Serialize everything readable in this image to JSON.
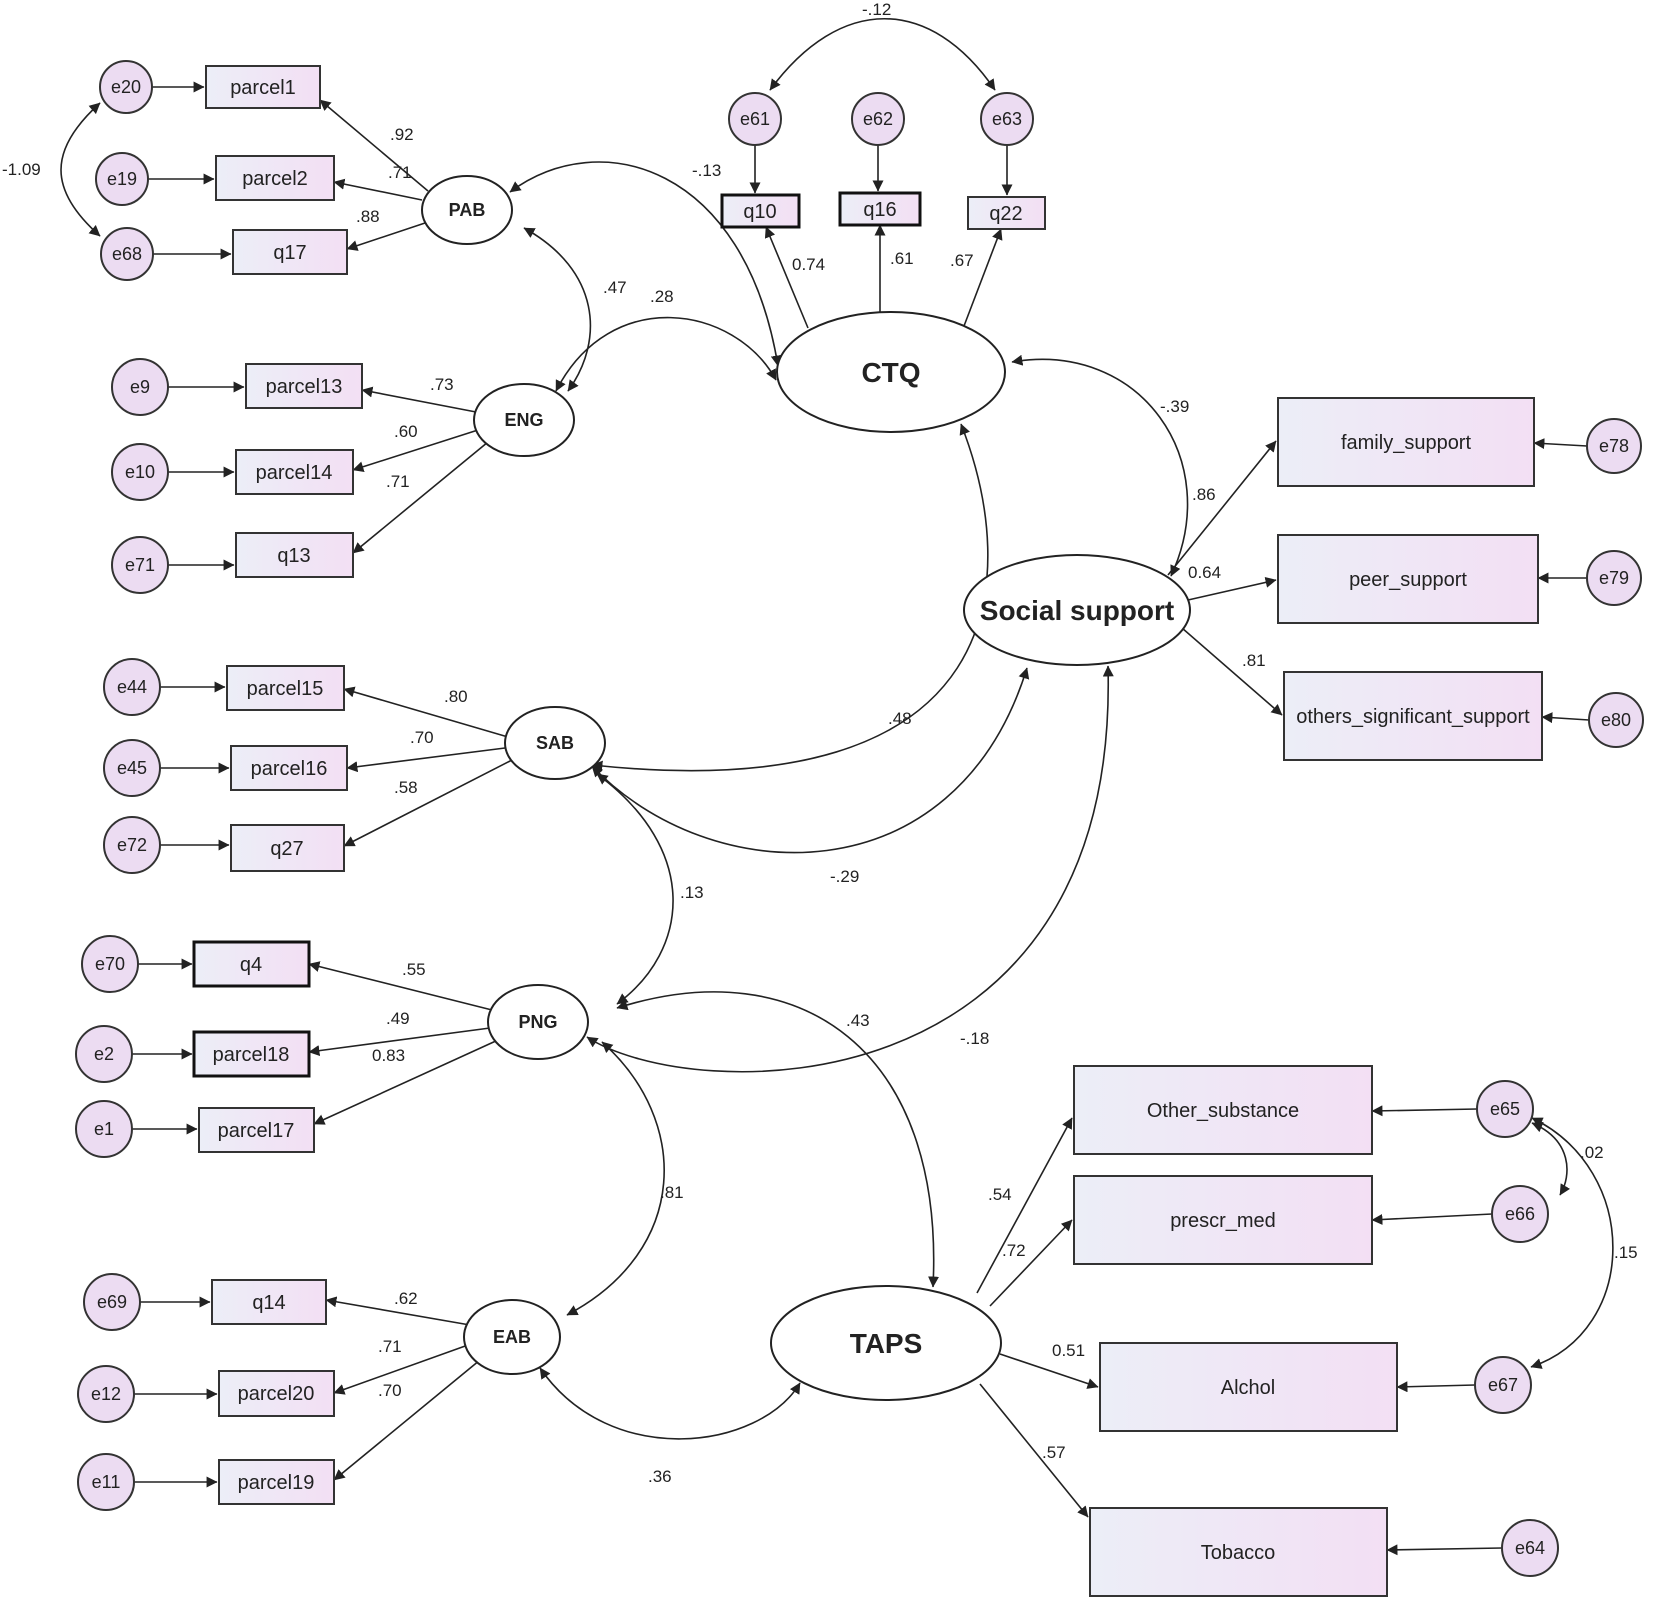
{
  "latents": {
    "PAB": "PAB",
    "ENG": "ENG",
    "SAB": "SAB",
    "PNG": "PNG",
    "EAB": "EAB",
    "CTQ": "CTQ",
    "SS": "Social support",
    "TAPS": "TAPS"
  },
  "indicators": {
    "parcel1": "parcel1",
    "parcel2": "parcel2",
    "q17": "q17",
    "parcel13": "parcel13",
    "parcel14": "parcel14",
    "q13": "q13",
    "parcel15": "parcel15",
    "parcel16": "parcel16",
    "q27": "q27",
    "q4": "q4",
    "parcel18": "parcel18",
    "parcel17": "parcel17",
    "q14": "q14",
    "parcel20": "parcel20",
    "parcel19": "parcel19",
    "q10": "q10",
    "q16": "q16",
    "q22": "q22",
    "family_support": "family_support",
    "peer_support": "peer_support",
    "others_significant_support": "others_significant_support",
    "other_substance": "Other_substance",
    "prescr_med": "prescr_med",
    "alchol": "Alchol",
    "tobacco": "Tobacco"
  },
  "errors": {
    "e20": "e20",
    "e19": "e19",
    "e68": "e68",
    "e9": "e9",
    "e10": "e10",
    "e71": "e71",
    "e44": "e44",
    "e45": "e45",
    "e72": "e72",
    "e70": "e70",
    "e2": "e2",
    "e1": "e1",
    "e69": "e69",
    "e12": "e12",
    "e11": "e11",
    "e61": "e61",
    "e62": "e62",
    "e63": "e63",
    "e78": "e78",
    "e79": "e79",
    "e80": "e80",
    "e65": "e65",
    "e66": "e66",
    "e67": "e67",
    "e64": "e64"
  },
  "loadings": {
    "pab_parcel1": ".92",
    "pab_parcel2": ".71",
    "pab_q17": ".88",
    "eng_parcel13": ".73",
    "eng_parcel14": ".60",
    "eng_q13": ".71",
    "sab_parcel15": ".80",
    "sab_parcel16": ".70",
    "sab_q27": ".58",
    "png_q4": ".55",
    "png_parcel18": ".49",
    "png_parcel17": "0.83",
    "eab_q14": ".62",
    "eab_parcel20": ".71",
    "eab_parcel19": ".70",
    "ctq_q10": "0.74",
    "ctq_q16": ".61",
    "ctq_q22": ".67",
    "ss_family": ".86",
    "ss_peer": "0.64",
    "ss_others": ".81",
    "taps_other": ".54",
    "taps_prescr": ".72",
    "taps_alchol": "0.51",
    "taps_tobacco": ".57"
  },
  "covariances": {
    "e61_e63": "-.12",
    "e20_e68": "-1.09",
    "pab_ctq": "-.13",
    "pab_eng": ".47",
    "eng_ctq": ".28",
    "ctq_ss": "-.39",
    "ctq_sab": ".48",
    "sab_ss": "-.29",
    "sab_png": ".13",
    "png_ss": "-.18",
    "png_taps": ".43",
    "png_eab": ".81",
    "eab_taps": ".36",
    "e65_e66": ".02",
    "e65_e67": ".15"
  }
}
